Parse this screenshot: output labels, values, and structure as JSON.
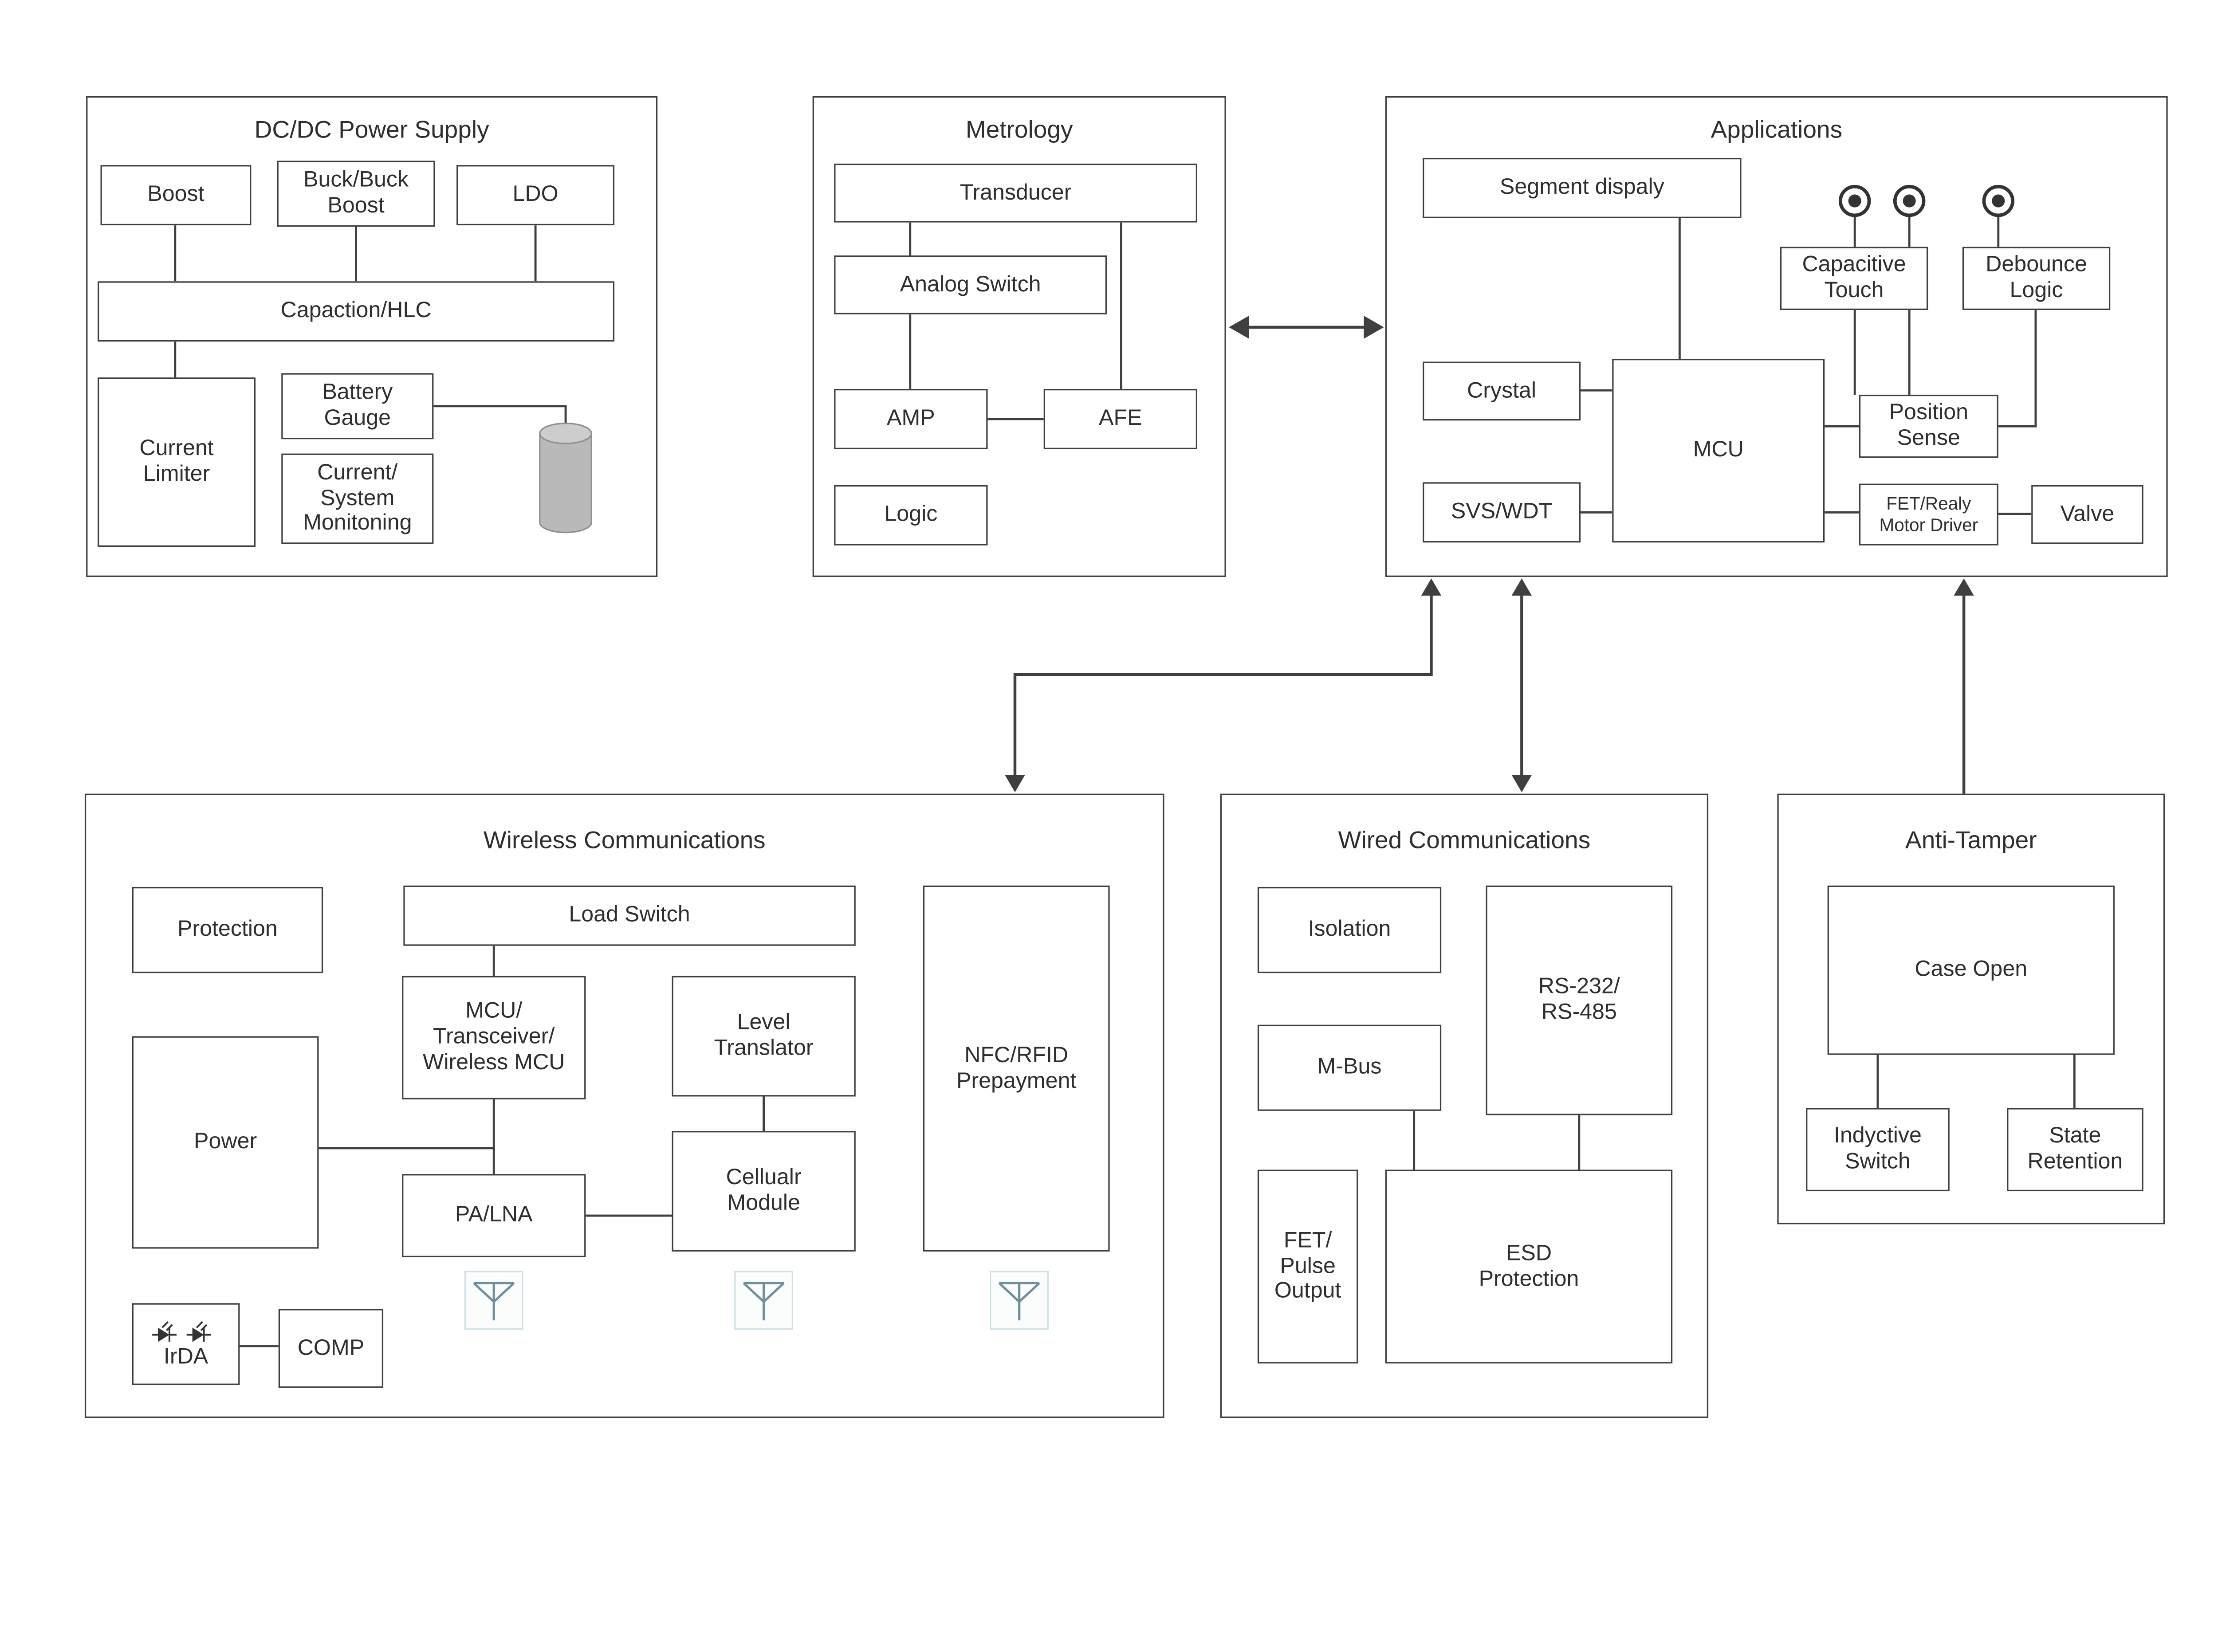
{
  "sections": {
    "power": {
      "title": "DC/DC Power Supply",
      "nodes": {
        "boost": "Boost",
        "buck_buck_boost": "Buck/Buck\nBoost",
        "ldo": "LDO",
        "capaction_hlc": "Capaction/HLC",
        "current_limiter": "Current\nLimiter",
        "battery_gauge": "Battery\nGauge",
        "current_system_monitoring": "Current/\nSystem\nMonitoning"
      }
    },
    "metrology": {
      "title": "Metrology",
      "nodes": {
        "transducer": "Transducer",
        "analog_switch": "Analog Switch",
        "amp": "AMP",
        "afe": "AFE",
        "logic": "Logic"
      }
    },
    "applications": {
      "title": "Applications",
      "nodes": {
        "segment_display": "Segment dispaly",
        "capacitive_touch": "Capacitive\nTouch",
        "debounce_logic": "Debounce\nLogic",
        "crystal": "Crystal",
        "mcu": "MCU",
        "position_sense": "Position\nSense",
        "svs_wdt": "SVS/WDT",
        "fet_relay_motor_driver": "FET/Realy\nMotor Driver",
        "valve": "Valve"
      }
    },
    "wireless": {
      "title": "Wireless Communications",
      "nodes": {
        "protection": "Protection",
        "load_switch": "Load Switch",
        "mcu_transceiver": "MCU/\nTransceiver/\nWireless MCU",
        "level_translator": "Level\nTranslator",
        "nfc_rfid_prepayment": "NFC/RFID\nPrepayment",
        "power": "Power",
        "pa_lna": "PA/LNA",
        "cellular_module": "Cellualr\nModule",
        "irda": "IrDA",
        "comp": "COMP"
      }
    },
    "wired": {
      "title": "Wired Communications",
      "nodes": {
        "isolation": "Isolation",
        "rs232_rs485": "RS-232/\nRS-485",
        "m_bus": "M-Bus",
        "fet_pulse_output": "FET/\nPulse\nOutput",
        "esd_protection": "ESD\nProtection"
      }
    },
    "anti_tamper": {
      "title": "Anti-Tamper",
      "nodes": {
        "case_open": "Case Open",
        "inductive_switch": "Indyctive\nSwitch",
        "state_retention": "State\nRetention"
      }
    }
  },
  "colors": {
    "line": "#3f3f3f",
    "text": "#2e2e2e",
    "battery_fill": "#b9b9b9"
  }
}
